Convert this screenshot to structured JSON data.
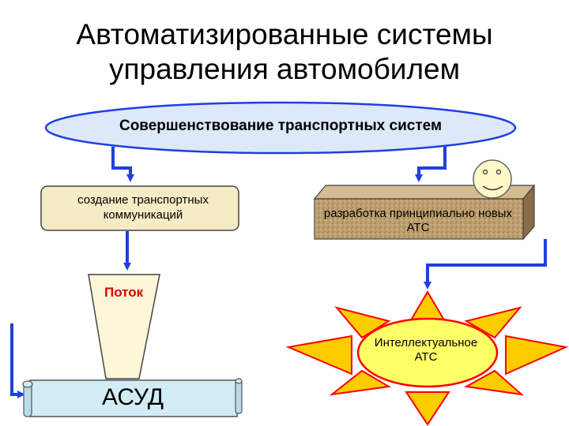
{
  "title_line1": "Автоматизированные системы",
  "title_line2": "управления автомобилем",
  "top_oval": "Совершенствование транспортных систем",
  "left_box": "создание транспортных коммуникаций",
  "right_box": "разработка принципиально новых АТС",
  "flow_label": "Поток",
  "sun_label": "Интеллектуальное АТС",
  "scroll_label": "АСУД",
  "colors": {
    "arrow": "#1f3fe0",
    "oval_fill": "#dde8f8",
    "oval_border": "#1f3fe0",
    "box_fill": "#f5ecc6",
    "bevel_fill": "#b89a6e",
    "sun_ray": "#ffcc00",
    "sun_ray_border": "#ff0000",
    "sun_center": "#ffff66",
    "scroll_fill": "#d2ecf5",
    "flow_text": "#e00000"
  },
  "icons": [
    "smiley-face-icon"
  ]
}
